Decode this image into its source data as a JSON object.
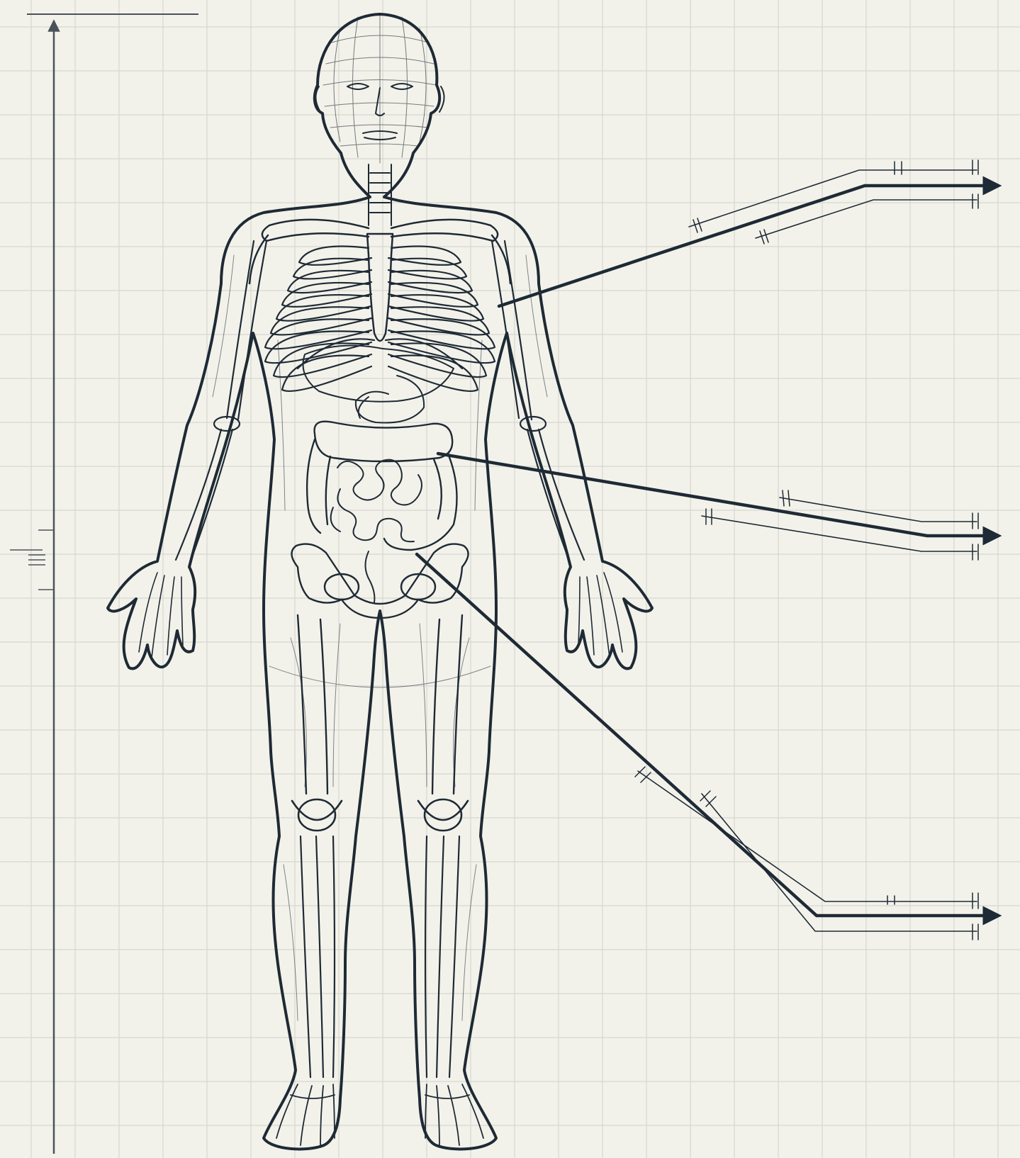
{
  "diagram": {
    "background_color": "#f3f2ea",
    "grid_color": "#d5d7d0",
    "ink_color": "#1e2a35",
    "scale_bar_color": "#4a525a",
    "figure": "human-body-anatomy-wireframe",
    "callouts": [
      {
        "target": "upper-arm"
      },
      {
        "target": "intestines"
      },
      {
        "target": "lower-abdomen"
      }
    ],
    "labels": []
  }
}
